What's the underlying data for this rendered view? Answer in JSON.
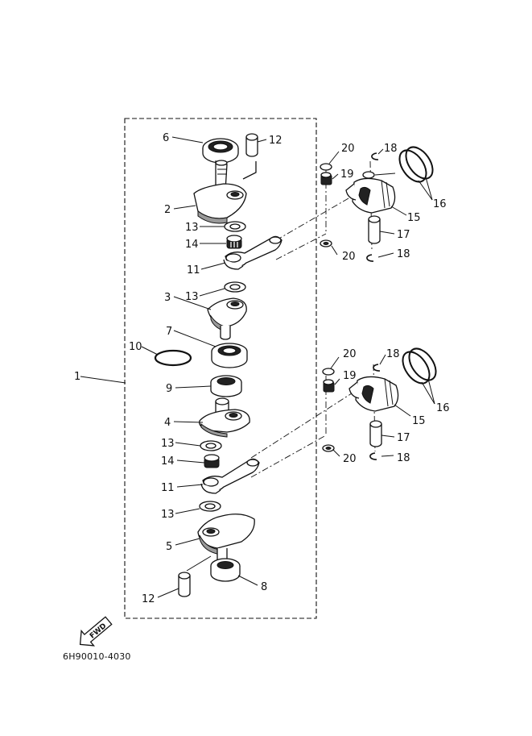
{
  "diagram": {
    "part_numbers": {
      "p1": "1",
      "p2": "2",
      "p3": "3",
      "p4": "4",
      "p5": "5",
      "p6": "6",
      "p7": "7",
      "p8": "8",
      "p9": "9",
      "p10": "10",
      "p11": "11",
      "p12": "12",
      "p13": "13",
      "p14": "14",
      "p15": "15",
      "p16": "16",
      "p17": "17",
      "p18": "18",
      "p19": "19",
      "p20": "20"
    },
    "fwd_label": "FWD",
    "drawing_code": "6H90010-4030"
  }
}
